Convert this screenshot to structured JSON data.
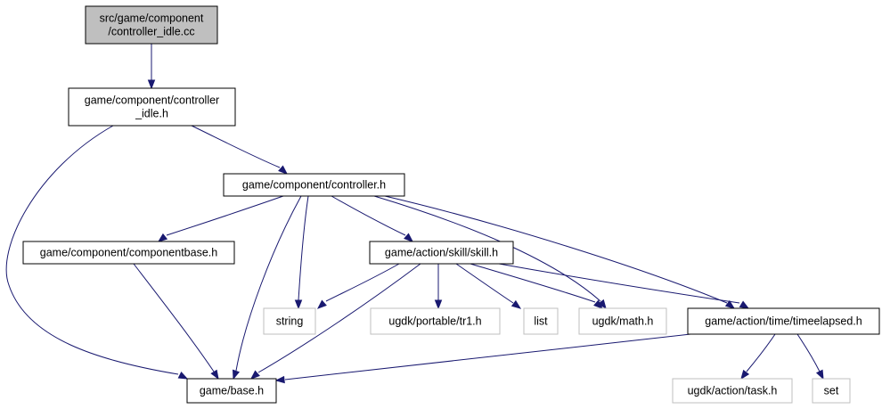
{
  "diagram": {
    "nodes": [
      {
        "id": "root",
        "lines": [
          "src/game/component",
          "/controller_idle.cc"
        ],
        "style": "root"
      },
      {
        "id": "ctrl_idle_h",
        "lines": [
          "game/component/controller",
          "_idle.h"
        ],
        "style": "normal"
      },
      {
        "id": "controller_h",
        "lines": [
          "game/component/controller.h"
        ],
        "style": "normal"
      },
      {
        "id": "componentbase_h",
        "lines": [
          "game/component/componentbase.h"
        ],
        "style": "normal"
      },
      {
        "id": "skill_h",
        "lines": [
          "game/action/skill/skill.h"
        ],
        "style": "normal"
      },
      {
        "id": "string",
        "lines": [
          "string"
        ],
        "style": "external"
      },
      {
        "id": "tr1_h",
        "lines": [
          "ugdk/portable/tr1.h"
        ],
        "style": "external"
      },
      {
        "id": "list",
        "lines": [
          "list"
        ],
        "style": "external"
      },
      {
        "id": "math_h",
        "lines": [
          "ugdk/math.h"
        ],
        "style": "external"
      },
      {
        "id": "timeelapsed_h",
        "lines": [
          "game/action/time/timeelapsed.h"
        ],
        "style": "normal"
      },
      {
        "id": "base_h",
        "lines": [
          "game/base.h"
        ],
        "style": "normal"
      },
      {
        "id": "task_h",
        "lines": [
          "ugdk/action/task.h"
        ],
        "style": "external"
      },
      {
        "id": "set",
        "lines": [
          "set"
        ],
        "style": "external"
      }
    ],
    "edges": [
      {
        "from": "root",
        "to": "ctrl_idle_h"
      },
      {
        "from": "ctrl_idle_h",
        "to": "controller_h"
      },
      {
        "from": "ctrl_idle_h",
        "to": "base_h"
      },
      {
        "from": "controller_h",
        "to": "componentbase_h"
      },
      {
        "from": "controller_h",
        "to": "base_h"
      },
      {
        "from": "controller_h",
        "to": "string"
      },
      {
        "from": "controller_h",
        "to": "skill_h"
      },
      {
        "from": "controller_h",
        "to": "math_h"
      },
      {
        "from": "controller_h",
        "to": "timeelapsed_h"
      },
      {
        "from": "componentbase_h",
        "to": "base_h"
      },
      {
        "from": "skill_h",
        "to": "string"
      },
      {
        "from": "skill_h",
        "to": "base_h"
      },
      {
        "from": "skill_h",
        "to": "tr1_h"
      },
      {
        "from": "skill_h",
        "to": "list"
      },
      {
        "from": "skill_h",
        "to": "math_h"
      },
      {
        "from": "skill_h",
        "to": "timeelapsed_h"
      },
      {
        "from": "timeelapsed_h",
        "to": "base_h"
      },
      {
        "from": "timeelapsed_h",
        "to": "task_h"
      },
      {
        "from": "timeelapsed_h",
        "to": "set"
      }
    ],
    "colors": {
      "edge": "#191970",
      "root_fill": "#bfbfbf",
      "box_stroke": "#000000",
      "external_stroke": "#bfbfbf",
      "text": "#000000"
    }
  }
}
